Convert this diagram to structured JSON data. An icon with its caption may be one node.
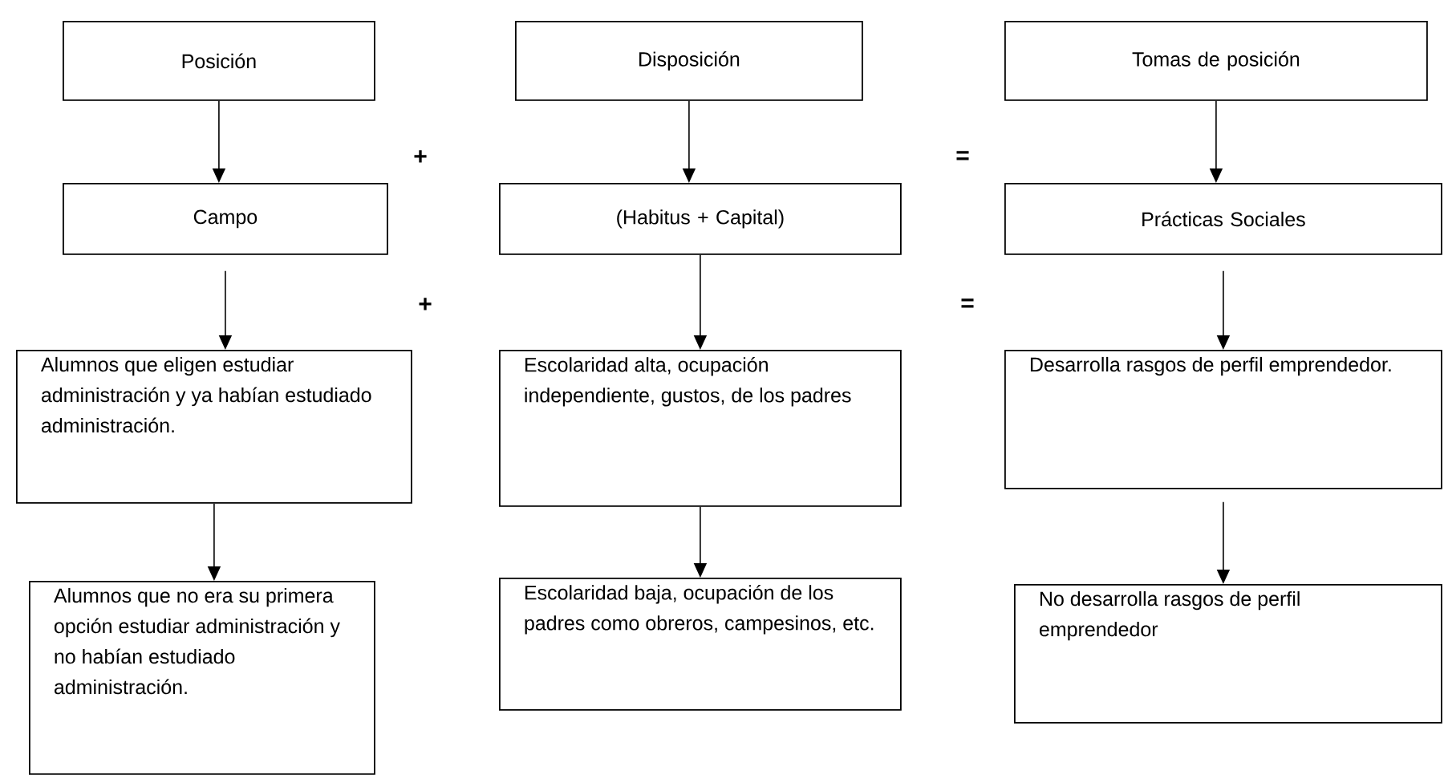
{
  "diagram": {
    "nodes": [
      {
        "text": [
          "Posición"
        ]
      },
      {
        "text": [
          "Disposición"
        ]
      },
      {
        "text": [
          "Tomas de posición"
        ]
      },
      {
        "text": [
          "Campo"
        ]
      },
      {
        "text": [
          "(Habitus + Capital)"
        ]
      },
      {
        "text": [
          "Prácticas Sociales"
        ]
      },
      {
        "text": [
          "Alumnos que eligen estudiar administración y ya habían estudiado administración."
        ]
      },
      {
        "text": [
          "Escolaridad alta, ocupación independiente, gustos, de los padres"
        ]
      },
      {
        "text": [
          "Desarrolla rasgos de perfil emprendedor."
        ]
      },
      {
        "text": [
          "Alumnos que no era su primera opción  estudiar administración y no habían estudiado administración."
        ]
      },
      {
        "text": [
          "Escolaridad baja, ocupación de los padres como obreros, campesinos, etc."
        ]
      },
      {
        "text": [
          "No desarrolla rasgos de perfil emprendedor"
        ]
      }
    ],
    "edges": [
      {
        "from": 0,
        "to": 3,
        "arrow": "to"
      },
      {
        "from": 1,
        "to": 4,
        "arrow": "to"
      },
      {
        "from": 2,
        "to": 5,
        "arrow": "to"
      },
      {
        "from": 3,
        "to": 6,
        "arrow": "to"
      },
      {
        "from": 4,
        "to": 7,
        "arrow": "to"
      },
      {
        "from": 5,
        "to": 8,
        "arrow": "to"
      },
      {
        "from": 6,
        "to": 9,
        "arrow": "to"
      },
      {
        "from": 7,
        "to": 10,
        "arrow": "to"
      },
      {
        "from": 8,
        "to": 11,
        "arrow": "to"
      }
    ],
    "labels": [
      "+",
      "=",
      "+",
      "="
    ]
  }
}
